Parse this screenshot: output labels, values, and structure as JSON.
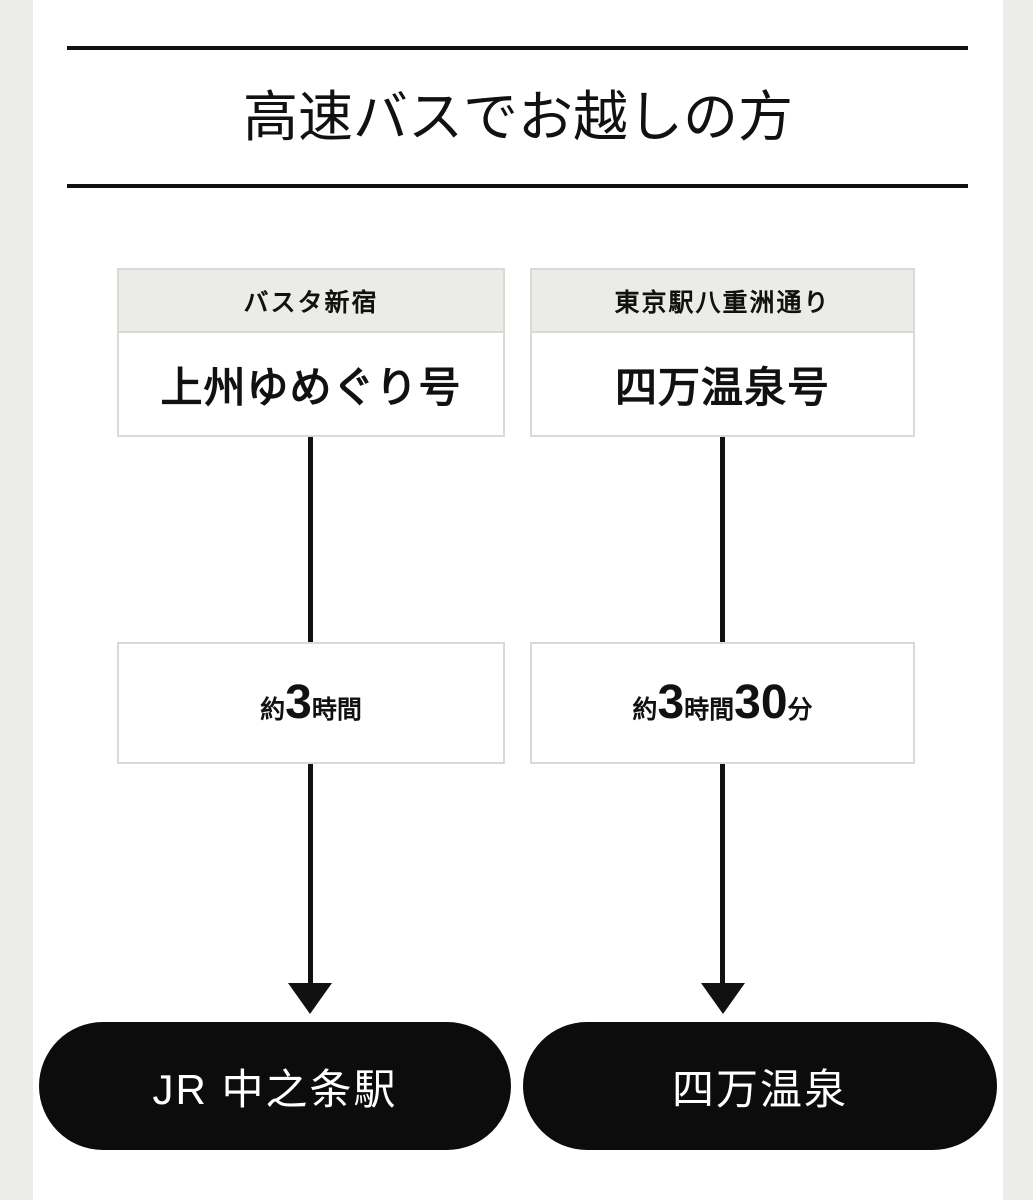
{
  "page": {
    "title": "高速バスでお越しの方"
  },
  "colors": {
    "ink": "#111111",
    "pill_black": "#0c0c0c",
    "box_border": "#d9d9d6",
    "header_gray": "#ebebe8",
    "gutter_gray": "#ecece9"
  },
  "journeys": [
    {
      "origin": "バスタ新宿",
      "bus_name": "上州ゆめぐり号",
      "duration_segments": [
        {
          "text": "約",
          "size": "small"
        },
        {
          "text": "3",
          "size": "large"
        },
        {
          "text": "時間",
          "size": "small"
        }
      ],
      "destination": "JR 中之条駅"
    },
    {
      "origin": "東京駅八重洲通り",
      "bus_name": "四万温泉号",
      "duration_segments": [
        {
          "text": "約",
          "size": "small"
        },
        {
          "text": "3",
          "size": "large"
        },
        {
          "text": "時間",
          "size": "small"
        },
        {
          "text": "30",
          "size": "large"
        },
        {
          "text": "分",
          "size": "small"
        }
      ],
      "destination": "四万温泉"
    }
  ]
}
